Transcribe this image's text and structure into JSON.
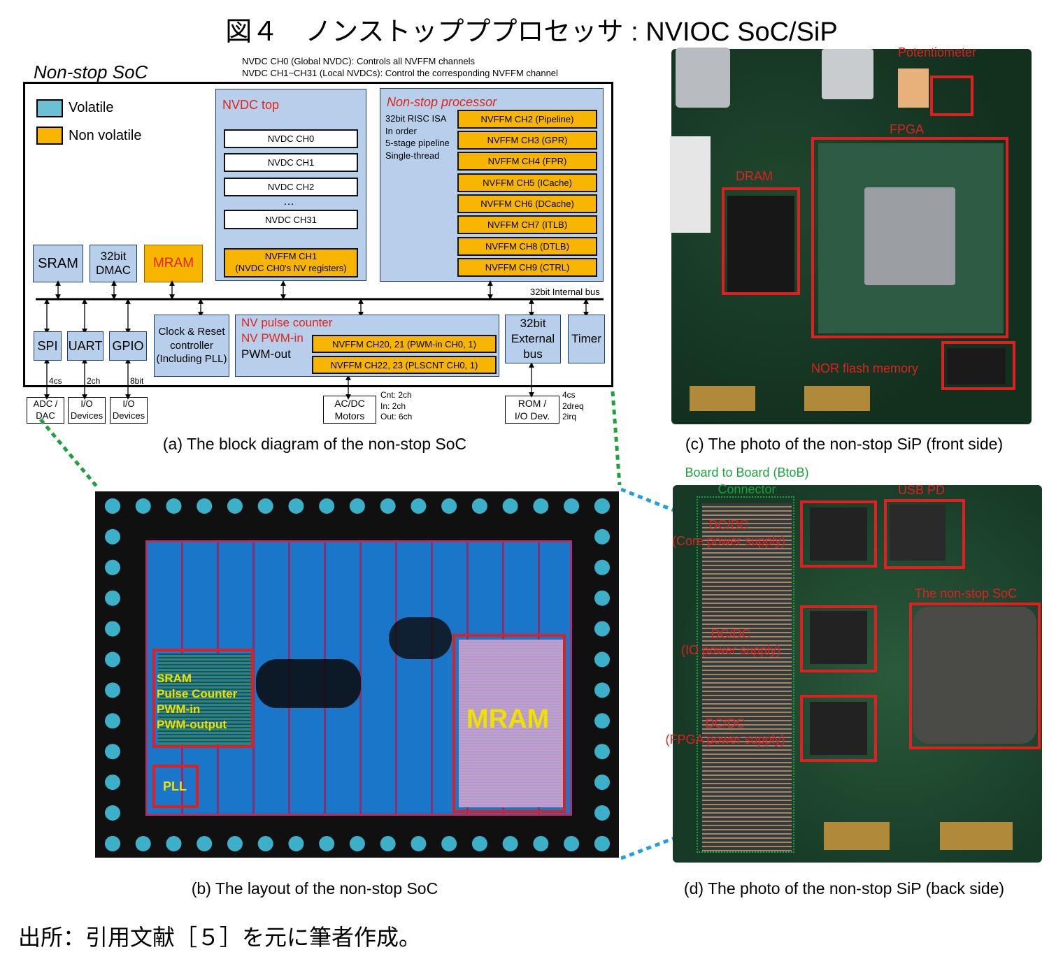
{
  "title": "図４　ノンストップププロセッサ : NVIOC SoC/SiP",
  "source_note": "出所：引用文献［５］を元に筆者作成。",
  "captions": {
    "a": "(a) The block diagram of the non-stop SoC",
    "b": "(b) The layout of the non-stop SoC",
    "c": "(c) The photo of the non-stop SiP (front side)",
    "d": "(d) The photo of the non-stop SiP (back side)"
  },
  "block": {
    "soc_title": "Non-stop SoC",
    "notes": [
      "NVDC CH0 (Global NVDC): Controls all NVFFM channels",
      "NVDC CH1~CH31 (Local NVDCs): Control the corresponding NVFFM channel"
    ],
    "legend": {
      "volatile": "Volatile",
      "nonvolatile": "Non volatile"
    },
    "nvdc_top": "NVDC top",
    "nvdc_channels": [
      "NVDC CH0",
      "NVDC CH1",
      "NVDC CH2",
      "…",
      "NVDC CH31"
    ],
    "nvffm_ch1": [
      "NVFFM CH1",
      "(NVDC CH0's NV registers)"
    ],
    "processor_title": "Non-stop processor",
    "processor_desc": [
      "32bit RISC ISA",
      "In order",
      "5-stage pipeline",
      "Single-thread"
    ],
    "processor_channels": [
      "NVFFM CH2  (Pipeline)",
      "NVFFM CH3  (GPR)",
      "NVFFM CH4  (FPR)",
      "NVFFM CH5  (ICache)",
      "NVFFM CH6  (DCache)",
      "NVFFM CH7  (ITLB)",
      "NVFFM CH8  (DTLB)",
      "NVFFM CH9  (CTRL)"
    ],
    "sram": "SRAM",
    "dmac": [
      "32bit",
      "DMAC"
    ],
    "mram": "MRAM",
    "bus_label": "32bit Internal bus",
    "spi": "SPI",
    "uart": "UART",
    "gpio": "GPIO",
    "clock": [
      "Clock & Reset",
      "controller",
      "(Including PLL)"
    ],
    "nv_pulse": "NV pulse counter",
    "nv_pwm_in": "NV PWM-in",
    "pwm_out": "PWM-out",
    "nvffm_ch20": "NVFFM CH20, 21  (PWM-in CH0, 1)",
    "nvffm_ch22": "NVFFM CH22, 23  (PLSCNT CH0, 1)",
    "ext_bus": [
      "32bit",
      "External",
      "bus"
    ],
    "timer": "Timer",
    "sig_spi": "4cs",
    "sig_uart": "2ch",
    "sig_gpio": "8bit",
    "ext_adc": [
      "ADC /",
      "DAC"
    ],
    "ext_io1": [
      "I/O",
      "Devices"
    ],
    "ext_io2": [
      "I/O",
      "Devices"
    ],
    "ext_motors": [
      "AC/DC",
      "Motors"
    ],
    "motor_sig": [
      "Cnt: 2ch",
      "In: 2ch",
      "Out: 6ch"
    ],
    "ext_rom": [
      "ROM /",
      "I/O Dev."
    ],
    "rom_sig": [
      "4cs",
      "2dreq",
      "2irq"
    ]
  },
  "layout_labels": {
    "block1": [
      "SRAM",
      "Pulse Counter",
      "PWM-in",
      "PWM-output"
    ],
    "pll": "PLL",
    "mram": "MRAM"
  },
  "front_labels": {
    "potentiometer": "Potentiometer",
    "fpga": "FPGA",
    "dram": "DRAM",
    "nor": "NOR flash memory"
  },
  "back_labels": {
    "btob": [
      "Board to Board (BtoB)",
      "Connector"
    ],
    "dcdc_core": [
      "DC/DC",
      "(Core power supply)"
    ],
    "usb_pd": "USB PD",
    "soc": "The non-stop SoC",
    "dcdc_io": [
      "DC/DC",
      "(IO power supply)"
    ],
    "dcdc_fpga": [
      "DC/DC",
      "(FPGA power supply)"
    ]
  },
  "colors": {
    "volatile": "#b7cfea",
    "nonvolatile": "#f7b500",
    "highlight": "#e02020",
    "connector_green": "#1aa33a",
    "connector_blue": "#1ea0e0"
  }
}
